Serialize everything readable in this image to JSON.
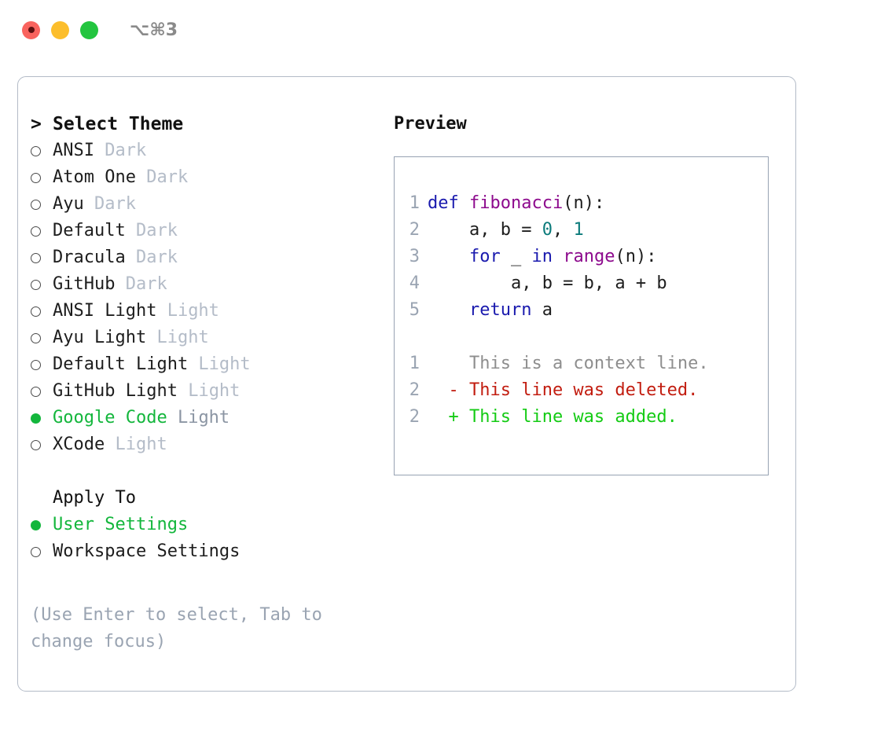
{
  "titlebar": {
    "traffic_lights": [
      {
        "name": "close",
        "color": "#f9635e"
      },
      {
        "name": "minimize",
        "color": "#fcbe2c"
      },
      {
        "name": "maximize",
        "color": "#23c53f"
      }
    ],
    "shortcut": "⌥⌘3"
  },
  "theme_panel": {
    "caret": ">",
    "title": "Select Theme",
    "options": [
      {
        "label": "ANSI",
        "suffix": "Dark",
        "selected": false
      },
      {
        "label": "Atom One",
        "suffix": "Dark",
        "selected": false
      },
      {
        "label": "Ayu",
        "suffix": "Dark",
        "selected": false
      },
      {
        "label": "Default",
        "suffix": "Dark",
        "selected": false
      },
      {
        "label": "Dracula",
        "suffix": "Dark",
        "selected": false
      },
      {
        "label": "GitHub",
        "suffix": "Dark",
        "selected": false
      },
      {
        "label": "ANSI Light",
        "suffix": "Light",
        "selected": false
      },
      {
        "label": "Ayu Light",
        "suffix": "Light",
        "selected": false
      },
      {
        "label": "Default Light",
        "suffix": "Light",
        "selected": false
      },
      {
        "label": "GitHub Light",
        "suffix": "Light",
        "selected": false
      },
      {
        "label": "Google Code",
        "suffix": "Light",
        "selected": true
      },
      {
        "label": "XCode",
        "suffix": "Light",
        "selected": false
      }
    ]
  },
  "apply_to": {
    "title": "Apply To",
    "options": [
      {
        "label": "User Settings",
        "selected": true
      },
      {
        "label": "Workspace Settings",
        "selected": false
      }
    ]
  },
  "hint": "(Use Enter to select, Tab to change focus)",
  "preview": {
    "title": "Preview",
    "code_lines": [
      {
        "lineno": "1",
        "tokens": [
          {
            "text": "def ",
            "type": "kw"
          },
          {
            "text": "fibonacci",
            "type": "fn"
          },
          {
            "text": "(n):",
            "type": "pl"
          }
        ]
      },
      {
        "lineno": "2",
        "tokens": [
          {
            "text": "    a, b = ",
            "type": "pl"
          },
          {
            "text": "0",
            "type": "num"
          },
          {
            "text": ", ",
            "type": "pl"
          },
          {
            "text": "1",
            "type": "num"
          }
        ]
      },
      {
        "lineno": "3",
        "tokens": [
          {
            "text": "    ",
            "type": "pl"
          },
          {
            "text": "for",
            "type": "kw"
          },
          {
            "text": " _ ",
            "type": "pl"
          },
          {
            "text": "in",
            "type": "kw"
          },
          {
            "text": " ",
            "type": "pl"
          },
          {
            "text": "range",
            "type": "fn"
          },
          {
            "text": "(n):",
            "type": "pl"
          }
        ]
      },
      {
        "lineno": "4",
        "tokens": [
          {
            "text": "        a, b = b, a + b",
            "type": "pl"
          }
        ]
      },
      {
        "lineno": "5",
        "tokens": [
          {
            "text": "    ",
            "type": "pl"
          },
          {
            "text": "return",
            "type": "kw"
          },
          {
            "text": " a",
            "type": "pl"
          }
        ]
      }
    ],
    "diff_lines": [
      {
        "lineno": "1",
        "marker": "  ",
        "text": "This is a context line.",
        "type": "ctx"
      },
      {
        "lineno": "2",
        "marker": "- ",
        "text": "This line was deleted.",
        "type": "del"
      },
      {
        "lineno": "2",
        "marker": "+ ",
        "text": "This line was added.",
        "type": "add"
      }
    ]
  },
  "colors": {
    "accent_green": "#13b63c",
    "keyword_blue": "#1a1aae",
    "function_purple": "#8d0a8d",
    "number_teal": "#0c7b7b",
    "diff_delete_red": "#c21d10",
    "diff_add_green": "#14cb14",
    "muted_gray": "#b4bcc8",
    "border_gray": "#b3bbc7"
  }
}
